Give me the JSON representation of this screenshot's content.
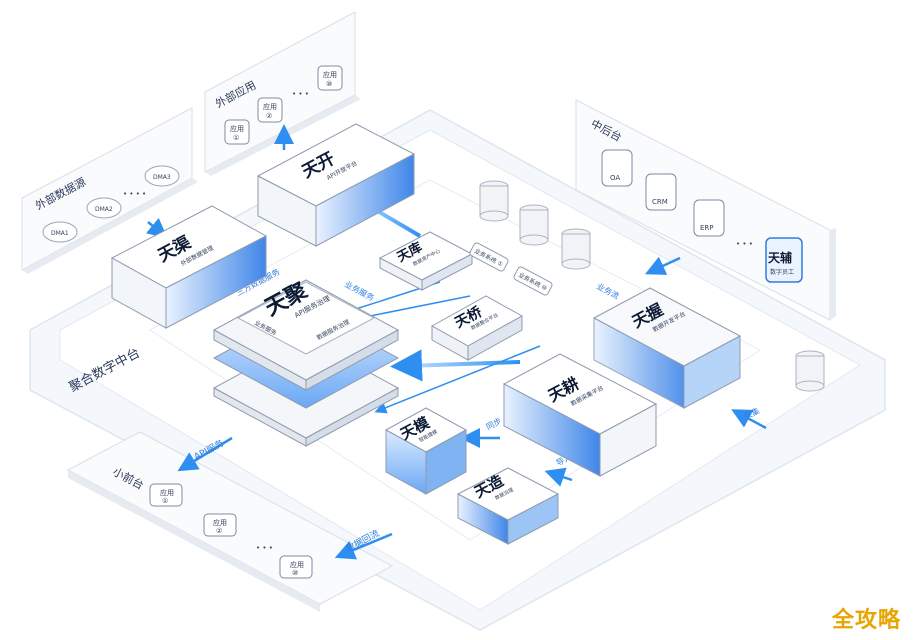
{
  "platform": {
    "name": "聚合数字中台"
  },
  "external_data_sources": {
    "title": "外部数据源",
    "items": [
      "DMA1",
      "DMA2",
      "DMA3"
    ],
    "ellipsis": "• • • •"
  },
  "external_apps": {
    "title": "外部应用",
    "items": [
      {
        "label": "应用",
        "num": "①"
      },
      {
        "label": "应用",
        "num": "②"
      },
      {
        "label": "应用",
        "num": "⑩"
      }
    ],
    "ellipsis": "• • •"
  },
  "back_office": {
    "title": "中后台",
    "items": [
      "OA",
      "CRM",
      "ERP"
    ],
    "ellipsis": "• • •",
    "special": {
      "name": "天辅",
      "sub": "数字员工"
    }
  },
  "front_office": {
    "title": "小前台",
    "items": [
      {
        "label": "应用",
        "num": "①"
      },
      {
        "label": "应用",
        "num": "②"
      },
      {
        "label": "应用",
        "num": "⑩"
      }
    ],
    "ellipsis": "• • •"
  },
  "modules": {
    "tianqu": {
      "name": "天渠",
      "sub": "外部数据管理"
    },
    "tiankai": {
      "name": "天开",
      "sub": "API开放平台"
    },
    "tianku": {
      "name": "天库",
      "sub": "数据资产中心"
    },
    "tianju": {
      "name": "天聚",
      "sub": "API服务治理",
      "left": "业务服务",
      "right": "数据服务治理"
    },
    "tianqiao": {
      "name": "天桥",
      "sub": "数据整合平台"
    },
    "tianwo": {
      "name": "天握",
      "sub": "数据开发平台"
    },
    "tiangeng": {
      "name": "天耕",
      "sub": "数据采集平台"
    },
    "tianmo": {
      "name": "天模",
      "sub": "智能建模"
    },
    "tianzao": {
      "name": "天造",
      "sub": "数据治理"
    }
  },
  "tags": {
    "tag1": "业务系统 ①",
    "tag2": "业务系统 ⑩"
  },
  "flow_labels": {
    "third_party": "三方数据服务",
    "biz_service": "业务服务",
    "api_service": "API服务",
    "reverse_flow": "数据回流",
    "sync": "同步",
    "import": "导入",
    "collect": "采集",
    "business_flow": "业务流"
  },
  "watermark": "全攻略"
}
